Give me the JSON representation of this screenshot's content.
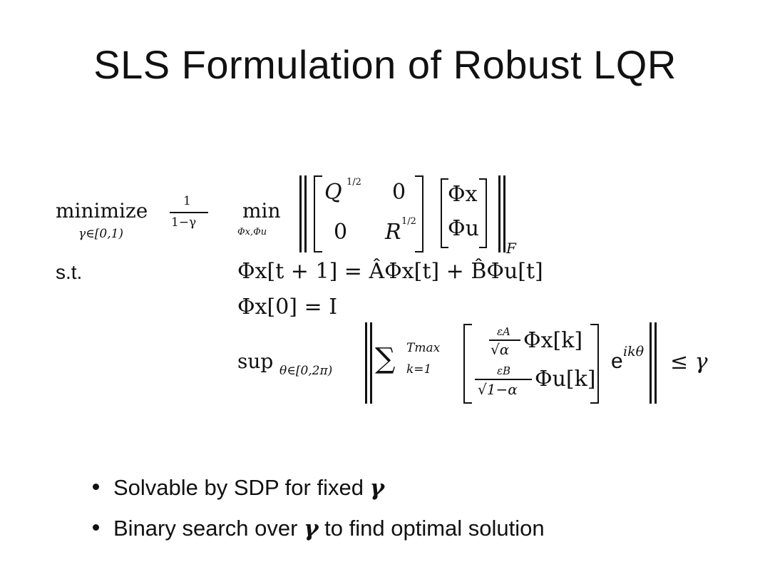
{
  "slide": {
    "title": "SLS Formulation of Robust LQR"
  },
  "formula": {
    "outer": {
      "op": "minimize",
      "sub": "γ∈[0,1)",
      "frac_num": "1",
      "frac_den": "1−γ"
    },
    "inner": {
      "op": "min",
      "sub": "Φx,Φu",
      "m11": "Q",
      "m11_exp": "1/2",
      "m12": "0",
      "m21": "0",
      "m22": "R",
      "m22_exp": "1/2",
      "v1": "Φx",
      "v2": "Φu",
      "norm_sub": "F"
    },
    "st_label": "s.t.",
    "c1": "Φx[t + 1] = ÂΦx[t] + B̂Φu[t]",
    "c2": "Φx[0] = I",
    "c3": {
      "sup": "sup",
      "sup_sub": "θ∈[0,2π)",
      "sum_upper": "Tmax",
      "sum_lower": "k=1",
      "e1_num": "εA",
      "e1_den": "√α",
      "e1_term": "Φx[k]",
      "e2_num": "εB",
      "e2_den": "√1−α",
      "e2_term": "Φu[k]",
      "exp": "e",
      "exp_pow": "ikθ",
      "rhs": "≤ γ"
    }
  },
  "bullets": [
    {
      "text": "Solvable by SDP for fixed",
      "var": "γ",
      "after": ""
    },
    {
      "text": "Binary search over",
      "var": "γ",
      "after": "to find optimal solution"
    }
  ]
}
